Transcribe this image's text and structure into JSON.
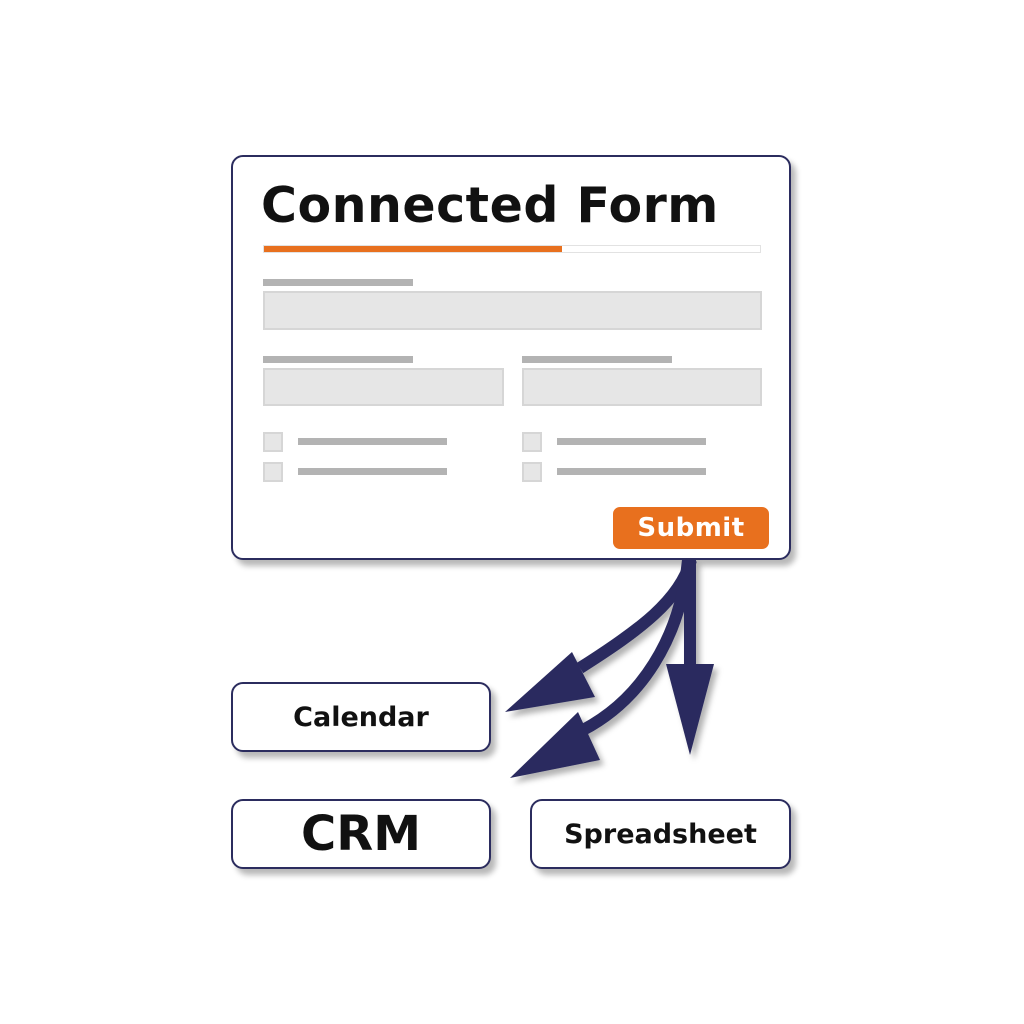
{
  "form": {
    "title": "Connected Form",
    "progress_fraction": 0.6,
    "submit_label": "Submit"
  },
  "destinations": {
    "calendar": "Calendar",
    "crm": "CRM",
    "spreadsheet": "Spreadsheet"
  },
  "colors": {
    "accent": "#e8701e",
    "border": "#2b2c5e",
    "arrow": "#2b2c5e",
    "placeholder_fill": "#e6e6e6",
    "placeholder_line": "#b3b3b3"
  }
}
